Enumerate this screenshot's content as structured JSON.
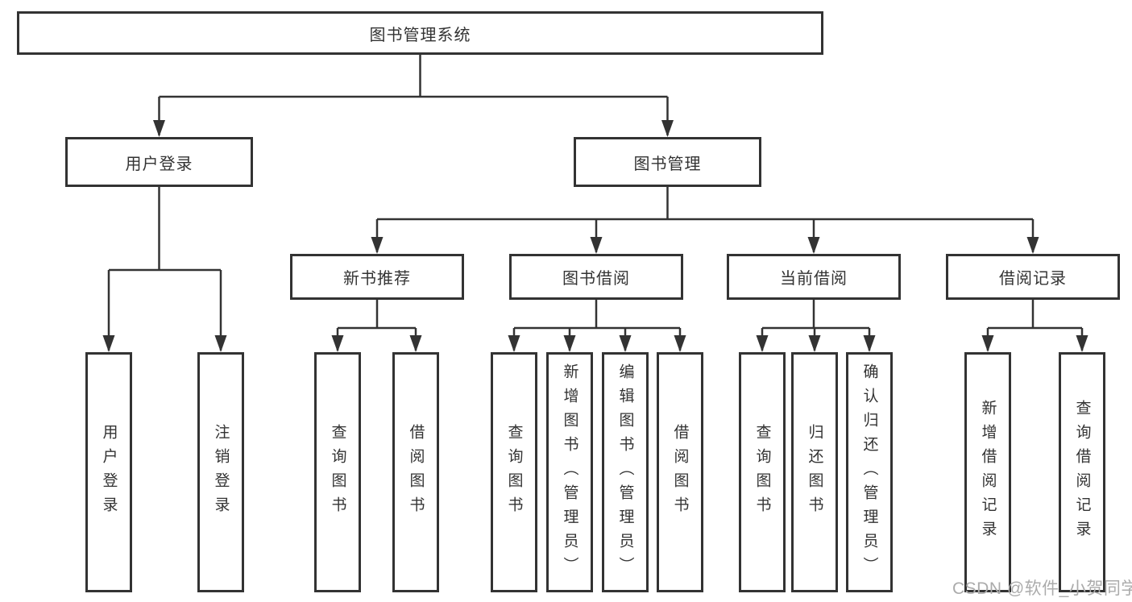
{
  "diagram": {
    "watermark": "CSDN @软件_小贺同学",
    "colors": {
      "line": "#333333",
      "box_border": "#333333",
      "text": "#333333",
      "background": "#ffffff",
      "watermark": "#ababab"
    },
    "tree": {
      "label": "图书管理系统",
      "children": [
        {
          "label": "用户登录",
          "children": [
            {
              "label": "用户登录"
            },
            {
              "label": "注销登录"
            }
          ]
        },
        {
          "label": "图书管理",
          "children": [
            {
              "label": "新书推荐",
              "children": [
                {
                  "label": "查询图书"
                },
                {
                  "label": "借阅图书"
                }
              ]
            },
            {
              "label": "图书借阅",
              "children": [
                {
                  "label": "查询图书"
                },
                {
                  "label": "新增图书（管理员）"
                },
                {
                  "label": "编辑图书（管理员）"
                },
                {
                  "label": "借阅图书"
                }
              ]
            },
            {
              "label": "当前借阅",
              "children": [
                {
                  "label": "查询图书"
                },
                {
                  "label": "归还图书"
                },
                {
                  "label": "确认归还（管理员）"
                }
              ]
            },
            {
              "label": "借阅记录",
              "children": [
                {
                  "label": "新增借阅记录"
                },
                {
                  "label": "查询借阅记录"
                }
              ]
            }
          ]
        }
      ]
    }
  }
}
